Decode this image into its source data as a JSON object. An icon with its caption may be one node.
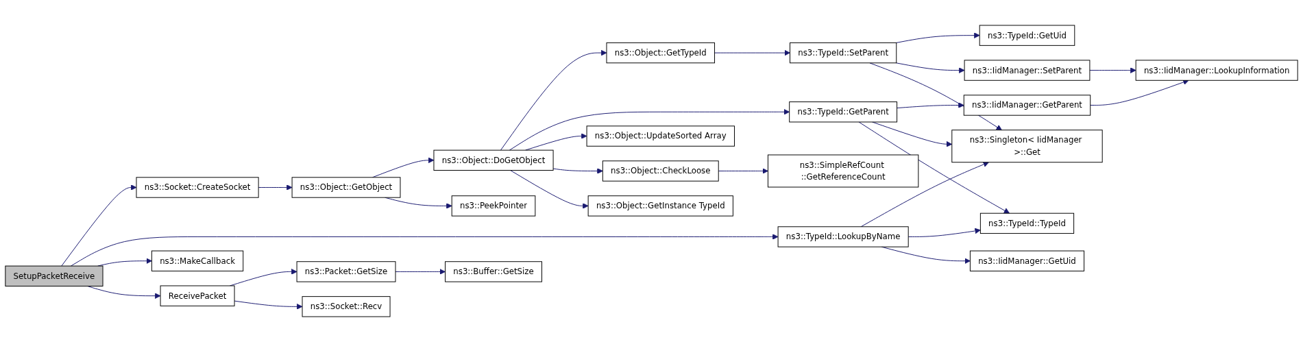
{
  "diagram": {
    "nodes": [
      {
        "text": [
          "SetupPacketReceive"
        ]
      },
      {
        "text": [
          "ns3::Socket::CreateSocket"
        ]
      },
      {
        "text": [
          "ns3::Object::GetObject"
        ]
      },
      {
        "text": [
          "ns3::Object::DoGetObject"
        ]
      },
      {
        "text": [
          "ns3::PeekPointer"
        ]
      },
      {
        "text": [
          "ns3::Object::GetTypeId"
        ]
      },
      {
        "text": [
          "ns3::TypeId::GetParent"
        ]
      },
      {
        "text": [
          "ns3::Object::UpdateSorted Array"
        ]
      },
      {
        "text": [
          "ns3::Object::CheckLoose"
        ]
      },
      {
        "text": [
          "ns3::Object::GetInstance TypeId"
        ]
      },
      {
        "text": [
          "ns3::TypeId::SetParent"
        ]
      },
      {
        "text": [
          "ns3::TypeId::GetUid"
        ]
      },
      {
        "text": [
          "ns3::IidManager::SetParent"
        ]
      },
      {
        "text": [
          "ns3::Singleton< IidManager >::Get"
        ]
      },
      {
        "text": [
          "ns3::IidManager::LookupInformation"
        ]
      },
      {
        "text": [
          "ns3::IidManager::GetParent"
        ]
      },
      {
        "text": [
          "ns3::TypeId::TypeId"
        ]
      },
      {
        "text": [
          "ns3::SimpleRefCount ::GetReferenceCount"
        ]
      },
      {
        "text": [
          "ns3::TypeId::LookupByName"
        ]
      },
      {
        "text": [
          "ns3::IidManager::GetUid"
        ]
      },
      {
        "text": [
          "ns3::MakeCallback"
        ]
      },
      {
        "text": [
          "ReceivePacket"
        ]
      },
      {
        "text": [
          "ns3::Packet::GetSize"
        ]
      },
      {
        "text": [
          "ns3::Buffer::GetSize"
        ]
      },
      {
        "text": [
          "ns3::Socket::Recv"
        ]
      }
    ],
    "edges": [
      {
        "from": 0,
        "to": 1,
        "arrow": "to"
      },
      {
        "from": 0,
        "to": 18,
        "arrow": "to"
      },
      {
        "from": 0,
        "to": 20,
        "arrow": "to"
      },
      {
        "from": 0,
        "to": 21,
        "arrow": "to"
      },
      {
        "from": 1,
        "to": 2,
        "arrow": "to"
      },
      {
        "from": 2,
        "to": 3,
        "arrow": "to"
      },
      {
        "from": 2,
        "to": 4,
        "arrow": "to"
      },
      {
        "from": 3,
        "to": 5,
        "arrow": "to"
      },
      {
        "from": 3,
        "to": 6,
        "arrow": "to"
      },
      {
        "from": 3,
        "to": 7,
        "arrow": "to"
      },
      {
        "from": 3,
        "to": 8,
        "arrow": "to"
      },
      {
        "from": 3,
        "to": 9,
        "arrow": "to"
      },
      {
        "from": 5,
        "to": 10,
        "arrow": "to"
      },
      {
        "from": 10,
        "to": 11,
        "arrow": "to"
      },
      {
        "from": 10,
        "to": 12,
        "arrow": "to"
      },
      {
        "from": 10,
        "to": 13,
        "arrow": "to"
      },
      {
        "from": 12,
        "to": 14,
        "arrow": "to"
      },
      {
        "from": 6,
        "to": 15,
        "arrow": "to"
      },
      {
        "from": 6,
        "to": 13,
        "arrow": "to"
      },
      {
        "from": 6,
        "to": 16,
        "arrow": "to"
      },
      {
        "from": 15,
        "to": 14,
        "arrow": "to"
      },
      {
        "from": 8,
        "to": 17,
        "arrow": "to"
      },
      {
        "from": 18,
        "to": 13,
        "arrow": "to"
      },
      {
        "from": 18,
        "to": 16,
        "arrow": "to"
      },
      {
        "from": 18,
        "to": 19,
        "arrow": "to"
      },
      {
        "from": 21,
        "to": 22,
        "arrow": "to"
      },
      {
        "from": 21,
        "to": 24,
        "arrow": "to"
      },
      {
        "from": 22,
        "to": 23,
        "arrow": "to"
      }
    ]
  }
}
